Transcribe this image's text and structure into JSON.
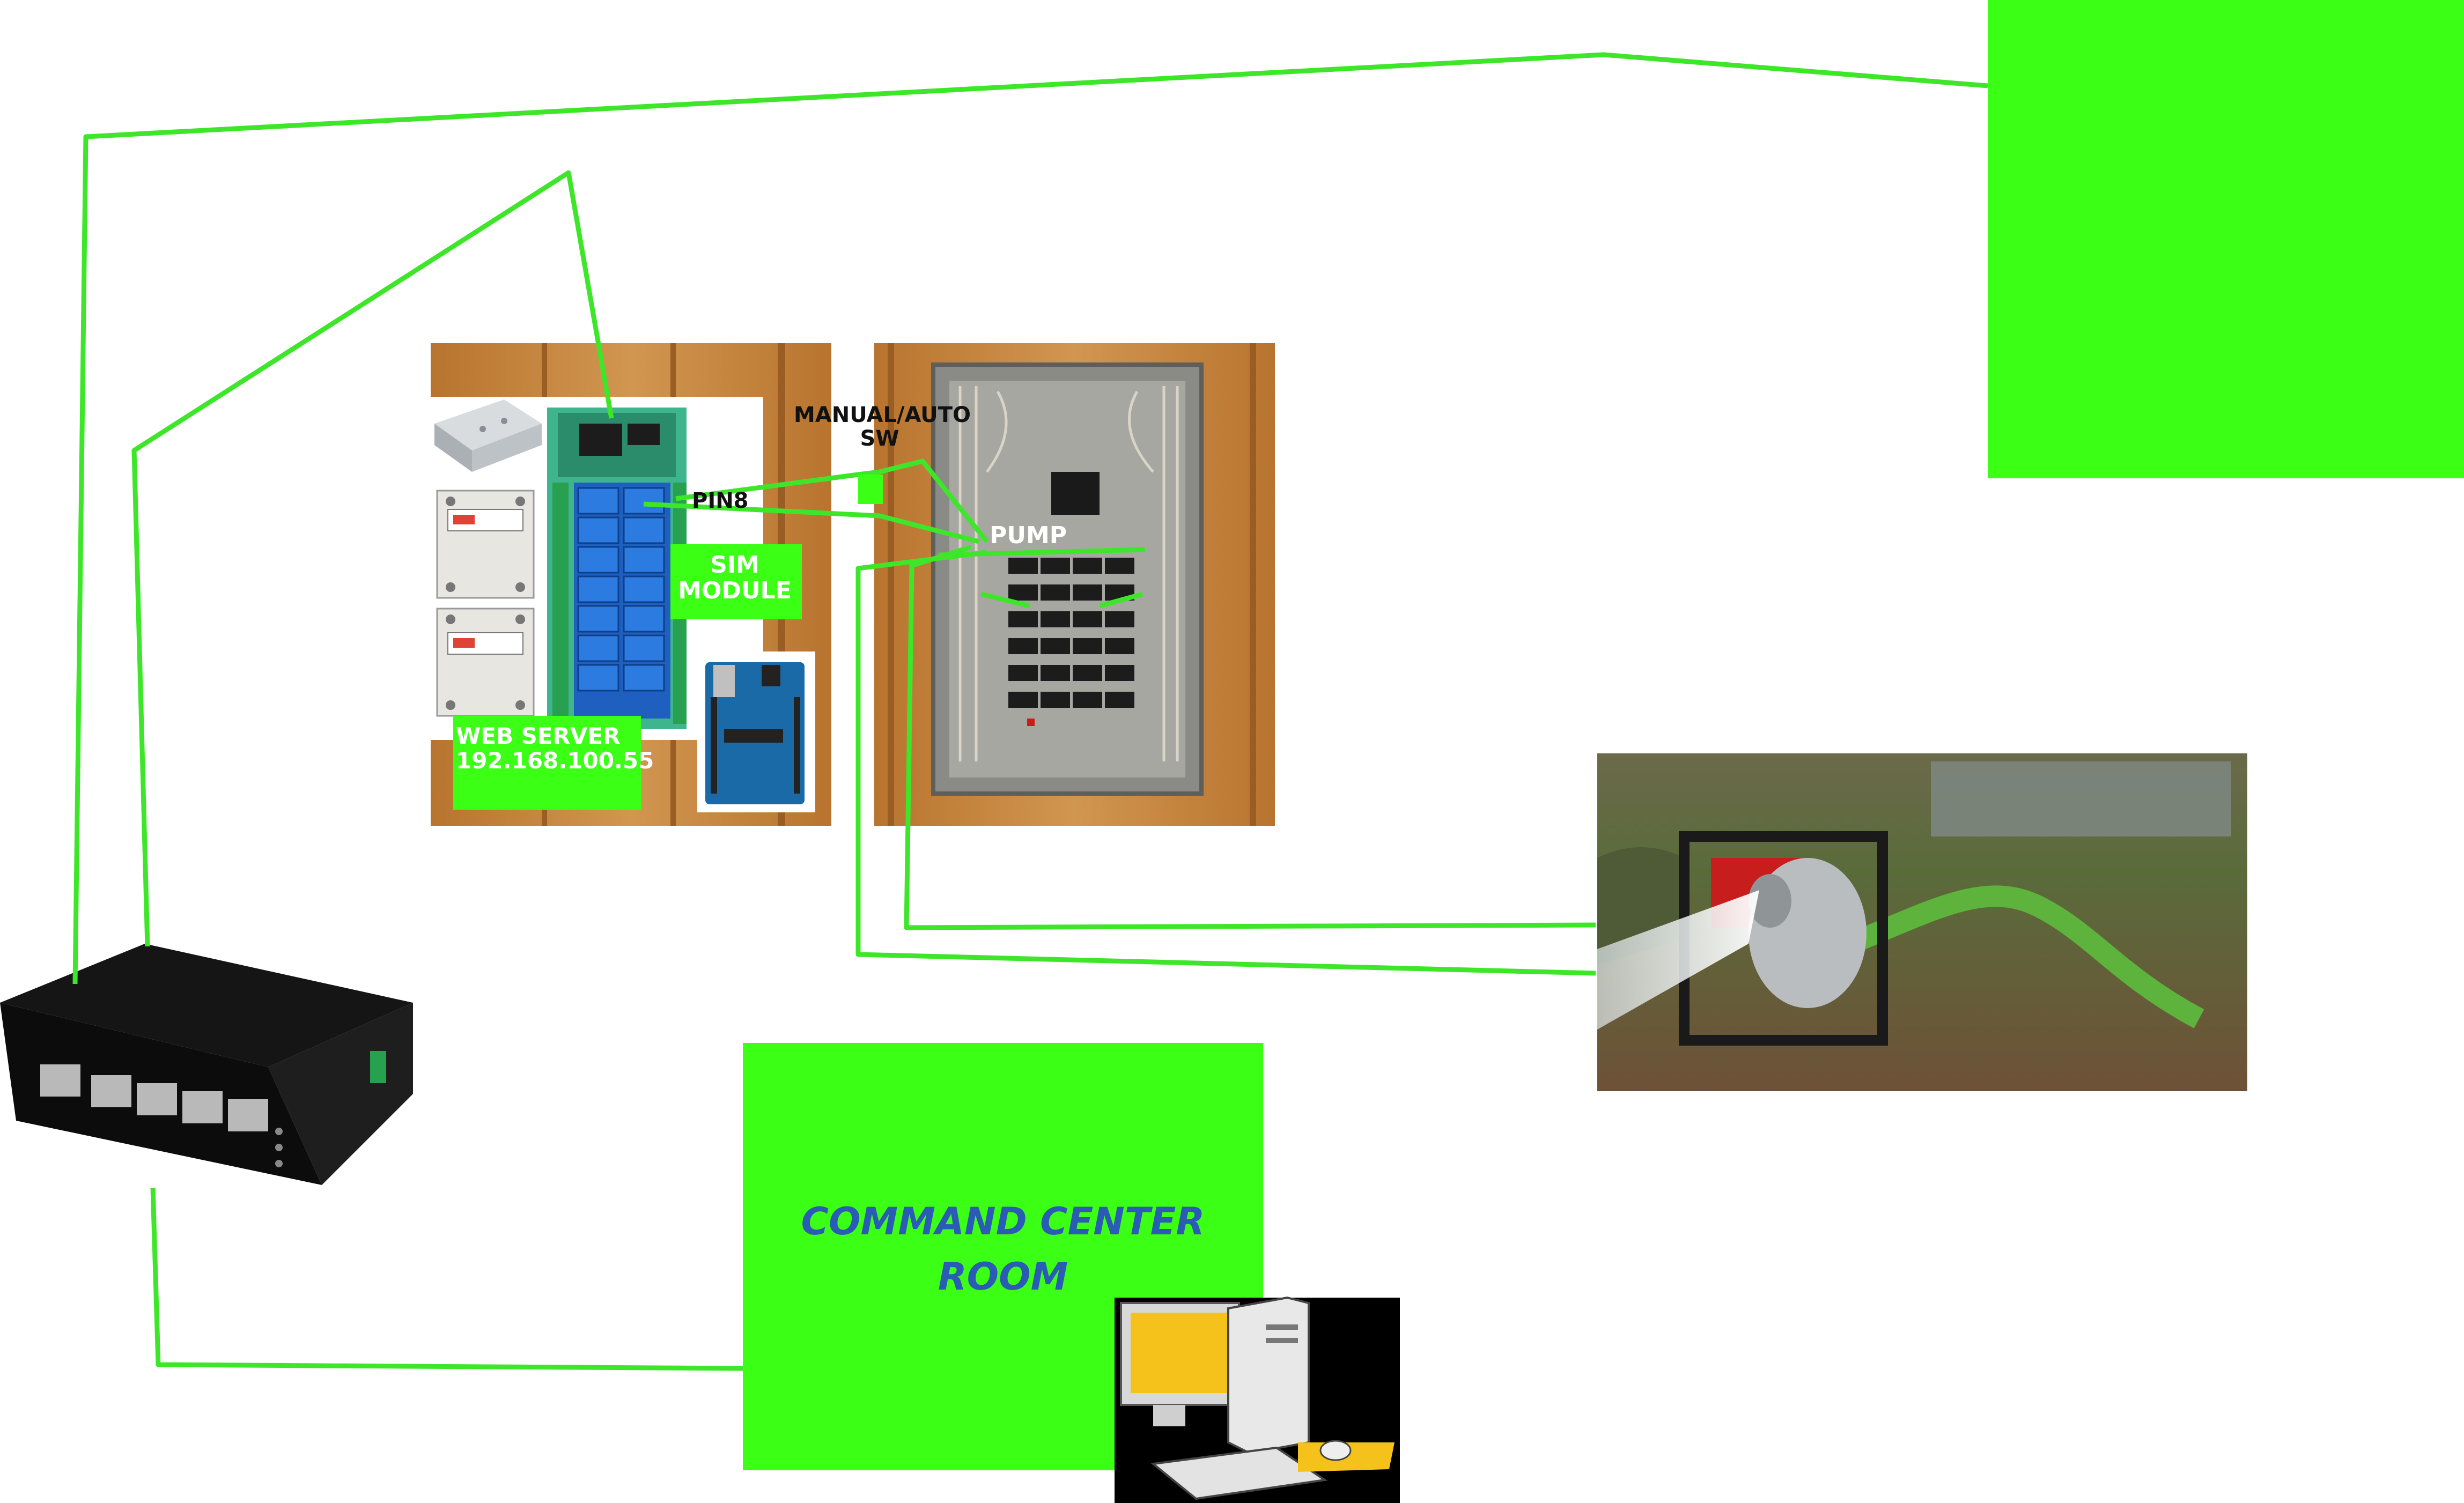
{
  "labels": {
    "manual_auto": "MANUAL/AUTO",
    "sw": "SW",
    "pin8": "PIN8",
    "pump": "PUMP",
    "sim_line1": "SIM",
    "sim_line2": "MODULE",
    "web_server": "WEB SERVER",
    "web_server_ip": "192.168.100.55",
    "command_line1": "COMMAND CENTER",
    "command_line2": "ROOM"
  },
  "colors": {
    "wire": "#3ee62a",
    "block": "#3cff16",
    "wood": "#c8873e",
    "panel_metal": "#8a8a86",
    "switch_body": "#111111",
    "command_text": "#2a5bb5",
    "monitor_screen": "#f4c21a"
  },
  "icons": {
    "network_switch": "ethernet-switch-icon",
    "relay_board": "relay-board-icon",
    "arduino": "arduino-board-icon",
    "breaker_panel": "breaker-panel-icon",
    "water_pump": "water-pump-icon",
    "computer": "desktop-computer-icon",
    "power_supply": "power-supply-icon",
    "ssr": "solid-state-relay-icon"
  }
}
